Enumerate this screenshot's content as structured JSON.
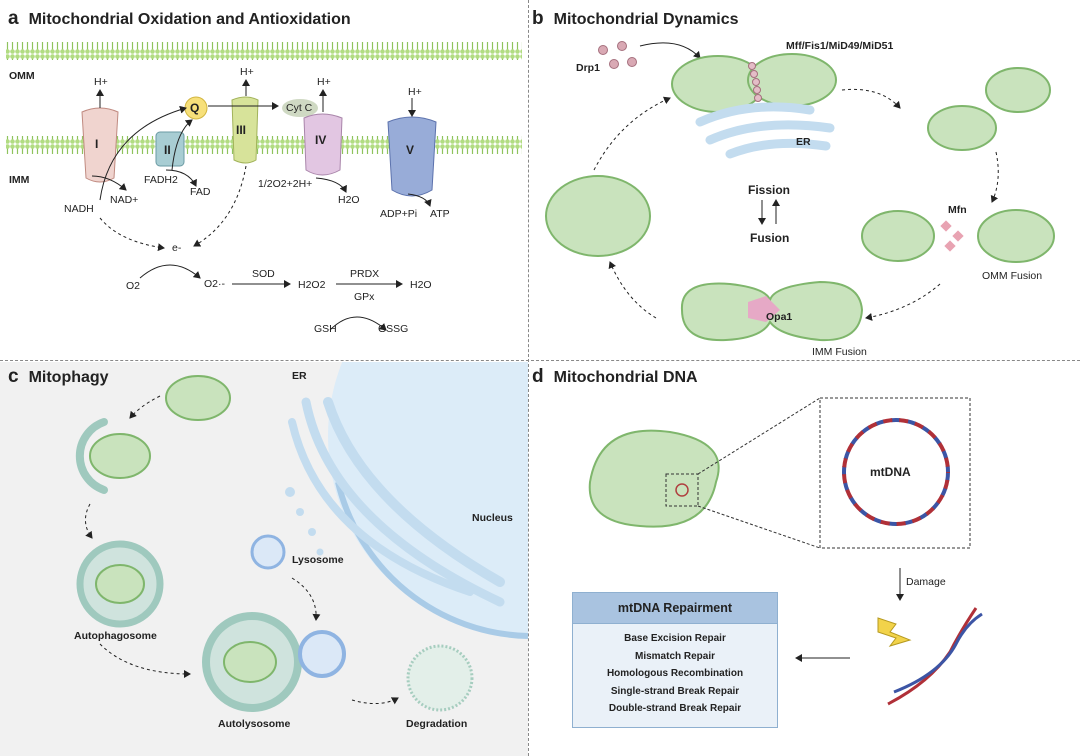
{
  "colors": {
    "mito_fill": "#c9e3bd",
    "mito_inner": "#9ccb8a",
    "mito_stroke": "#7fb66c",
    "membrane": "#a9d47e",
    "er": "#c3dcef",
    "lysosome": "#8fb4e2",
    "nucleus": "#dcecf8"
  },
  "panel_a": {
    "letter": "a",
    "title": "Mitochondrial Oxidation and Antioxidation",
    "omm": "OMM",
    "imm": "IMM",
    "complexes": {
      "i": "I",
      "ii": "II",
      "iii": "III",
      "iv": "IV",
      "v": "V",
      "q": "Q",
      "cytc": "Cyt C"
    },
    "hplus": "H+",
    "nadh": "NADH",
    "nad": "NAD+",
    "fadh2": "FADH2",
    "fad": "FAD",
    "o2_2h": "1/2O2+2H+",
    "h2o_iv": "H2O",
    "adp": "ADP+Pi",
    "atp": "ATP",
    "electron": "e-",
    "o2": "O2",
    "superoxide": "O2·-",
    "sod": "SOD",
    "h2o2": "H2O2",
    "prdx": "PRDX",
    "gpx": "GPx",
    "h2o": "H2O",
    "gsh": "GSH",
    "gssg": "GSSG"
  },
  "panel_b": {
    "letter": "b",
    "title": "Mitochondrial Dynamics",
    "drp1": "Drp1",
    "receptors": "Mff/Fis1/MiD49/MiD51",
    "er": "ER",
    "fission": "Fission",
    "fusion": "Fusion",
    "mfn": "Mfn",
    "omm_fusion": "OMM Fusion",
    "opa1": "Opa1",
    "imm_fusion": "IMM Fusion"
  },
  "panel_c": {
    "letter": "c",
    "title": "Mitophagy",
    "er": "ER",
    "nucleus": "Nucleus",
    "lysosome": "Lysosome",
    "autophagosome": "Autophagosome",
    "autolysosome": "Autolysosome",
    "degradation": "Degradation"
  },
  "panel_d": {
    "letter": "d",
    "title": "Mitochondrial DNA",
    "mtdna": "mtDNA",
    "damage": "Damage",
    "repair_title": "mtDNA Repairment",
    "repairs": [
      "Base Excision Repair",
      "Mismatch Repair",
      "Homologous Recombination",
      "Single-strand Break Repair",
      "Double-strand Break Repair"
    ]
  }
}
